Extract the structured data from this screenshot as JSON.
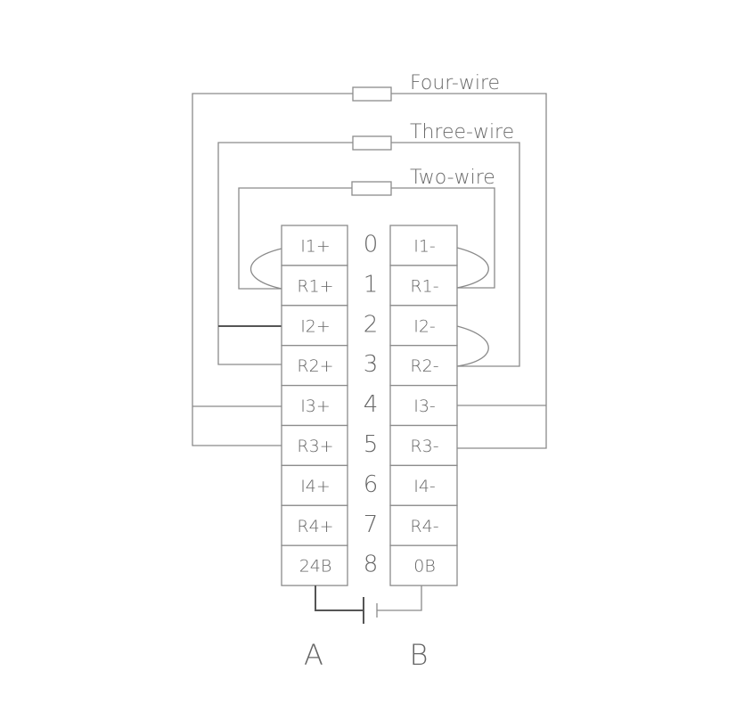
{
  "diagram": {
    "wiring_labels": {
      "four_wire": "Four-wire",
      "three_wire": "Three-wire",
      "two_wire": "Two-wire"
    },
    "left_terminals": [
      "I1+",
      "R1+",
      "I2+",
      "R2+",
      "I3+",
      "R3+",
      "I4+",
      "R4+",
      "24B"
    ],
    "row_numbers": [
      "0",
      "1",
      "2",
      "3",
      "4",
      "5",
      "6",
      "7",
      "8"
    ],
    "right_terminals": [
      "I1-",
      "R1-",
      "I2-",
      "R2-",
      "I3-",
      "R3-",
      "I4-",
      "R4-",
      "0B"
    ],
    "column_labels": {
      "left": "A",
      "right": "B"
    },
    "colors": {
      "wire": "#8a8a8a",
      "text": "#666666",
      "dark_wire": "#555555"
    }
  }
}
